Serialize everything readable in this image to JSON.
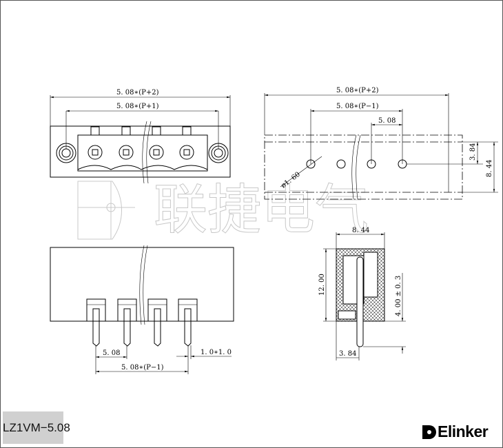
{
  "watermark": {
    "text": "联捷电气"
  },
  "top_view": {
    "dim_p2": "5. 08∗(P+2)",
    "dim_p1": "5. 08∗(P+1)"
  },
  "pcb_layout": {
    "dim_p2": "5. 08∗(P+2)",
    "dim_pm1": "5. 08∗(P−1)",
    "dim_pitch": "5. 08",
    "dim_hole": "ø1. 60",
    "dim_row": "3. 84",
    "dim_depth": "8. 44"
  },
  "front_view": {
    "dim_pitch": "5. 08",
    "dim_pm1": "5. 08∗(P−1)",
    "dim_pin": "1. 0∗1. 0"
  },
  "side_view": {
    "dim_width": "8. 44",
    "dim_height": "12. 00",
    "dim_pin_len": "4. 00 ± 0. 3",
    "dim_offset": "3. 84"
  },
  "footer": {
    "model": "LZ1VM−5.08",
    "brand": "Elinker"
  }
}
